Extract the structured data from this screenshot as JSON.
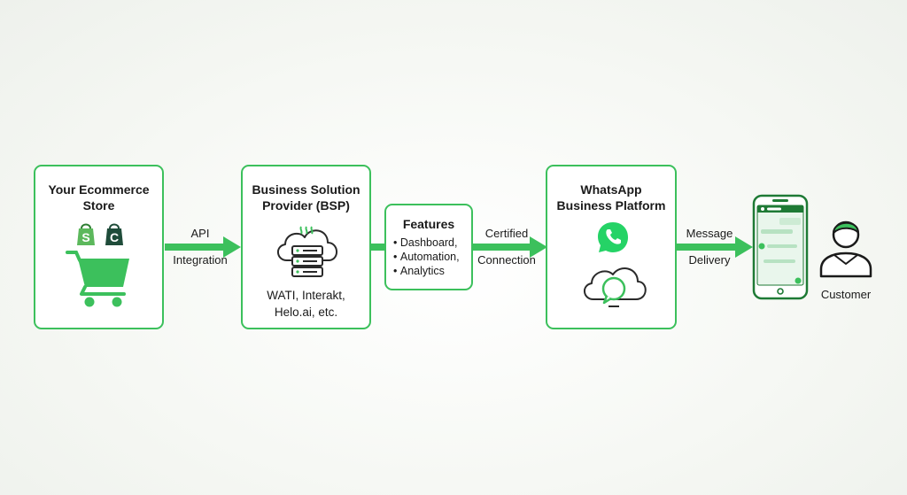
{
  "store": {
    "title_line1": "Your Ecommerce",
    "title_line2": "Store",
    "logo_letter": "C"
  },
  "api": {
    "line1": "API",
    "line2": "Integration"
  },
  "bsp": {
    "title_line1": "Business Solution",
    "title_line2": "Provider (BSP)",
    "sub_line1": "WATI, Interakt,",
    "sub_line2": "Helo.ai, etc."
  },
  "features": {
    "title": "Features",
    "items": [
      "Dashboard,",
      "Automation,",
      "Analytics"
    ]
  },
  "certified": {
    "line1": "Certified",
    "line2": "Connection"
  },
  "whatsapp": {
    "title_line1": "WhatsApp",
    "title_line2": "Business Platform"
  },
  "message": {
    "line1": "Message",
    "line2": "Delivery"
  },
  "customer": {
    "label": "Customer"
  },
  "colors": {
    "accent": "#3cc05c",
    "dark_green": "#1e7a35",
    "light_green": "#d9f1de",
    "whatsapp": "#25d366"
  }
}
